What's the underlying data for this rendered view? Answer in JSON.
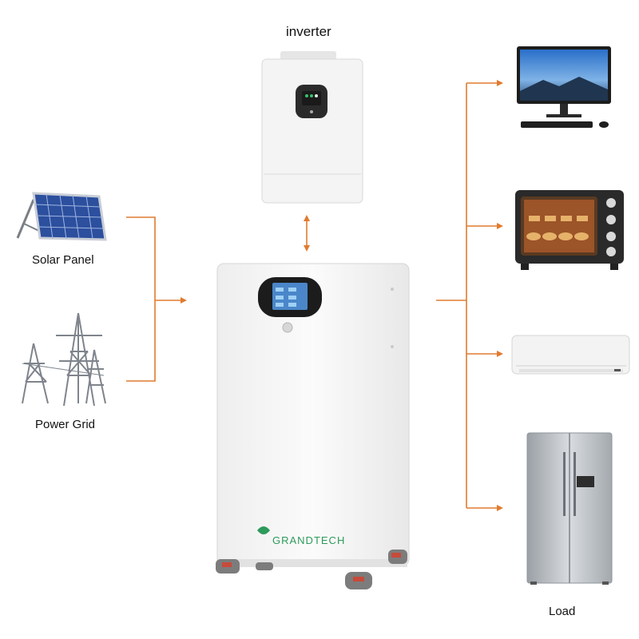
{
  "labels": {
    "inverter": "inverter",
    "solar_panel": "Solar Panel",
    "power_grid": "Power Grid",
    "load": "Load",
    "brand": "GRANDTECH"
  },
  "colors": {
    "connector": "#e07b30",
    "brand_green": "#2e9a5b",
    "cabinet": "#f7f7f7"
  },
  "icons": {
    "inverter": "inverter-unit-icon",
    "solar": "solar-panel-icon",
    "grid": "power-grid-tower-icon",
    "battery": "battery-cabinet-icon",
    "monitor": "computer-monitor-icon",
    "oven": "toaster-oven-icon",
    "ac": "air-conditioner-icon",
    "fridge": "refrigerator-icon"
  }
}
